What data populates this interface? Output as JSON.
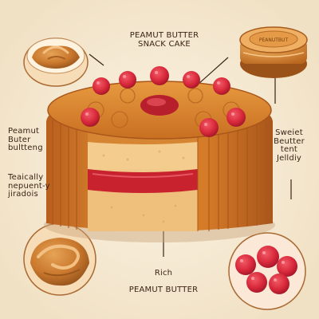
{
  "labels": {
    "title": "Peamut Butter\nSnack Cake",
    "left_top": "Peamut\nButer\nbultteng",
    "left_mid": "Teaically\nnepuent-y\njiradois",
    "right": "Sweiet\nBeutter\ntent\nJelldiy",
    "bottom_line1": "Rich",
    "bottom_line2": "Peamut Butter"
  },
  "jar_lid_text": "PEANUTBUT",
  "colors": {
    "background": "#f7ecd8",
    "cake_orange": "#d9812c",
    "cake_dark": "#a9561b",
    "sponge": "#f1c98a",
    "jelly": "#c7222e",
    "raspberry": "#d8293b",
    "peanut_butter": "#c9782d",
    "ink": "#3b2416"
  },
  "icons": [
    "peanut-butter-bowl-icon",
    "peanut-butter-jar-icon",
    "peanut-butter-swirl-icon",
    "raspberries-icon",
    "cake-icon"
  ]
}
